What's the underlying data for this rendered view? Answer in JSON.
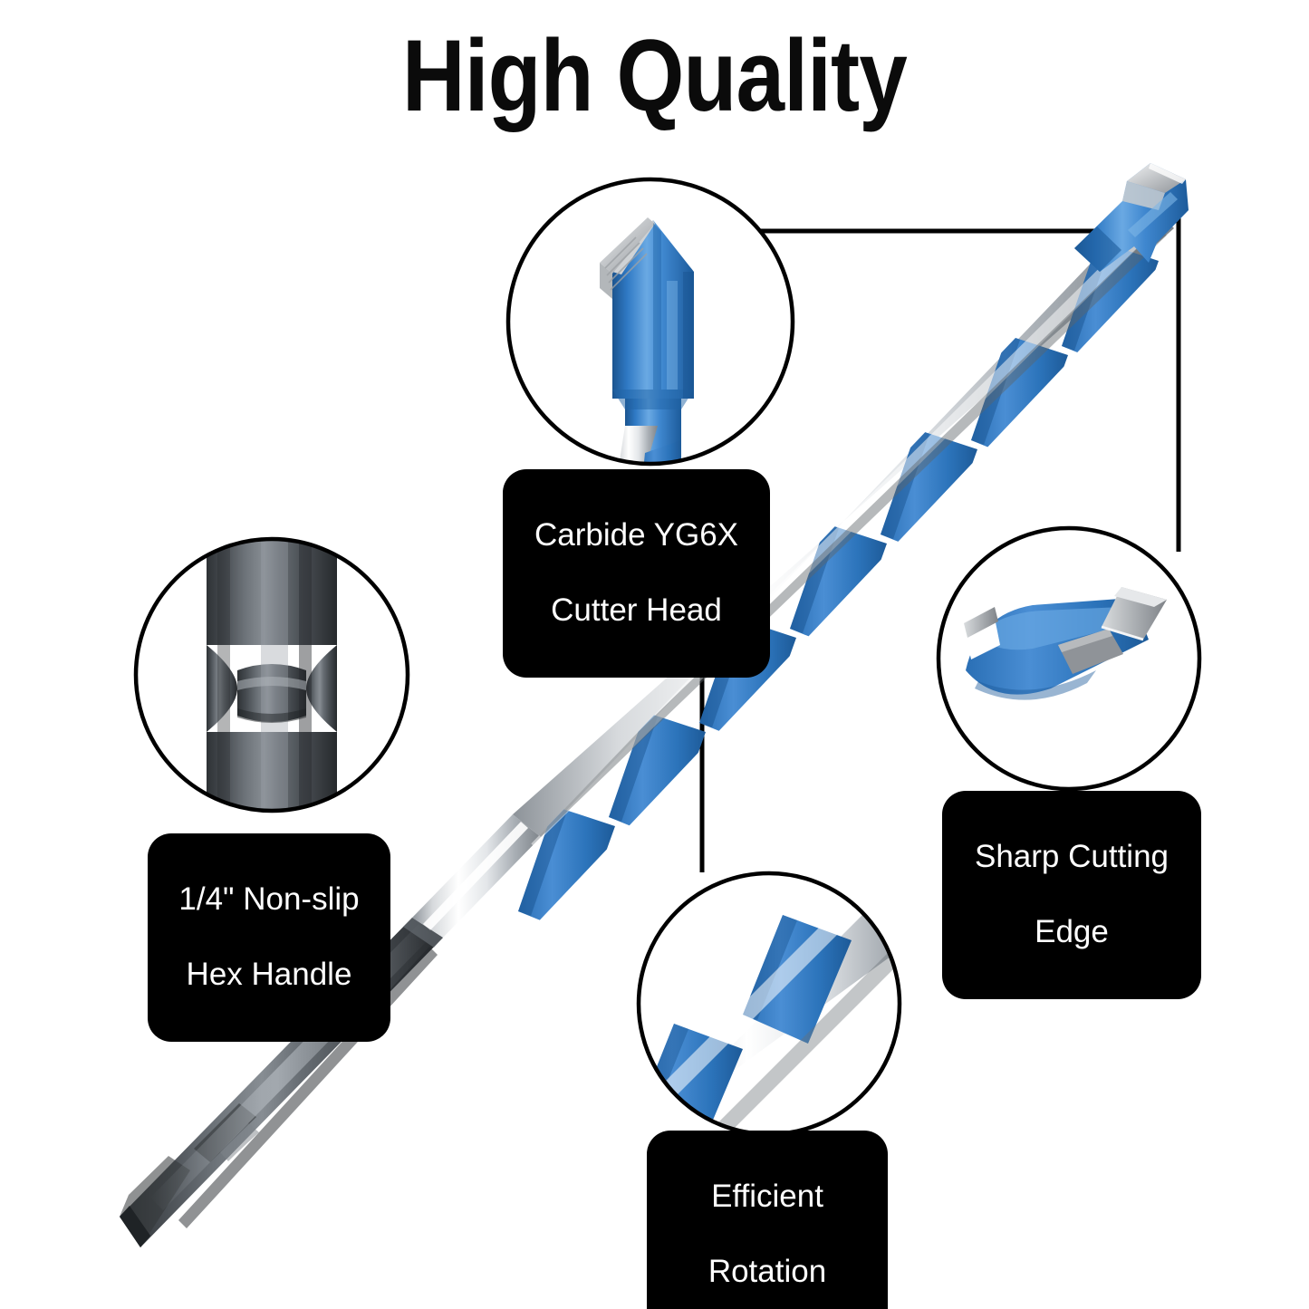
{
  "page": {
    "title": "High Quality",
    "background_color": "#ffffff",
    "product": "masonry drill bit"
  },
  "colors": {
    "title_text": "#0b0b0b",
    "label_background": "#000000",
    "label_text": "#ffffff",
    "leader_line": "#000000",
    "circle_outline": "#000000",
    "coating_blue": "#2f79c4",
    "coating_blue_light": "#5b9ede",
    "coating_blue_dark": "#1e5fa4",
    "steel_silver": "#e8eaec",
    "steel_shadow": "#9aa0a6",
    "carbide_gray": "#b9bcbe",
    "handle_dark": "#3e4246",
    "handle_mid": "#5d6268",
    "handle_light": "#888d92"
  },
  "callouts": [
    {
      "id": "cutter-head",
      "label_line1": "Carbide YG6X",
      "label_line2": "Cutter Head",
      "inset": "carbide-cutter-head-closeup",
      "position": "top-left"
    },
    {
      "id": "hex-handle",
      "label_line1": "1/4\" Non-slip",
      "label_line2": "Hex Handle",
      "inset": "hex-shank-detent-closeup",
      "position": "left"
    },
    {
      "id": "sharp-edge",
      "label_line1": "Sharp Cutting",
      "label_line2": "Edge",
      "inset": "cutting-edge-closeup",
      "position": "right"
    },
    {
      "id": "rotation",
      "label_line1": "Efficient",
      "label_line2": "Rotation",
      "inset": "helical-flute-closeup",
      "position": "bottom-center"
    }
  ]
}
